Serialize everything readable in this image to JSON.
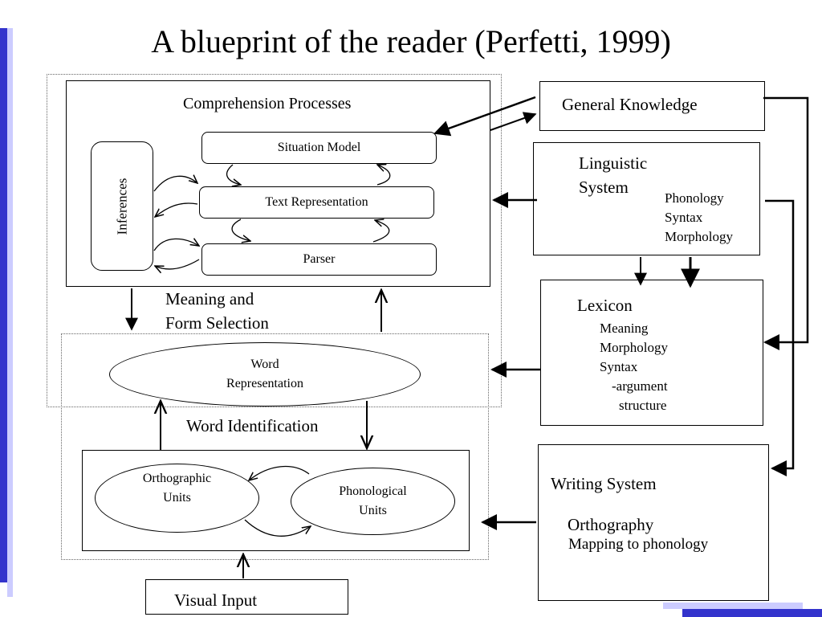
{
  "title": "A blueprint of the reader (Perfetti, 1999)",
  "comprehension": {
    "heading": "Comprehension Processes",
    "inferences": "Inferences",
    "situation_model": "Situation Model",
    "text_representation": "Text Representation",
    "parser": "Parser"
  },
  "meaning_form_selection": "Meaning and\nForm Selection",
  "word_representation": "Word\nRepresentation",
  "word_identification": "Word Identification",
  "orthographic_units": "Orthographic\nUnits",
  "phonological_units": "Phonological\nUnits",
  "visual_input": "Visual Input",
  "general_knowledge": "General Knowledge",
  "linguistic_system": {
    "heading": "Linguistic\nSystem",
    "items": [
      "Phonology",
      "Syntax",
      "Morphology"
    ]
  },
  "lexicon": {
    "heading": "Lexicon",
    "items": [
      "Meaning",
      "Morphology",
      "Syntax",
      "-argument",
      "structure"
    ]
  },
  "writing_system": {
    "heading": "Writing System",
    "sub": "Orthography",
    "detail": "Mapping to phonology"
  },
  "colors": {
    "accent_bar": "#3333cc",
    "footer_bar": "#ccccff"
  }
}
